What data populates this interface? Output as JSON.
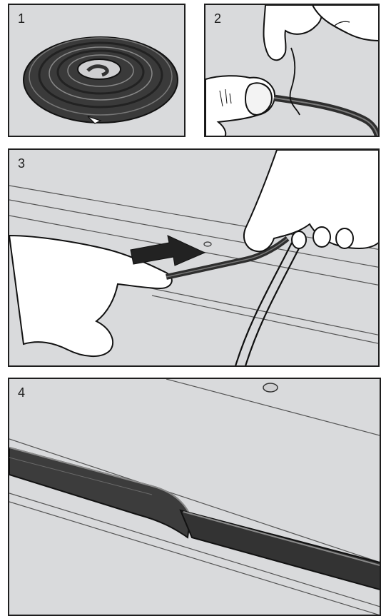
{
  "panels": [
    {
      "number": "1"
    },
    {
      "number": "2"
    },
    {
      "number": "3"
    },
    {
      "number": "4"
    }
  ]
}
